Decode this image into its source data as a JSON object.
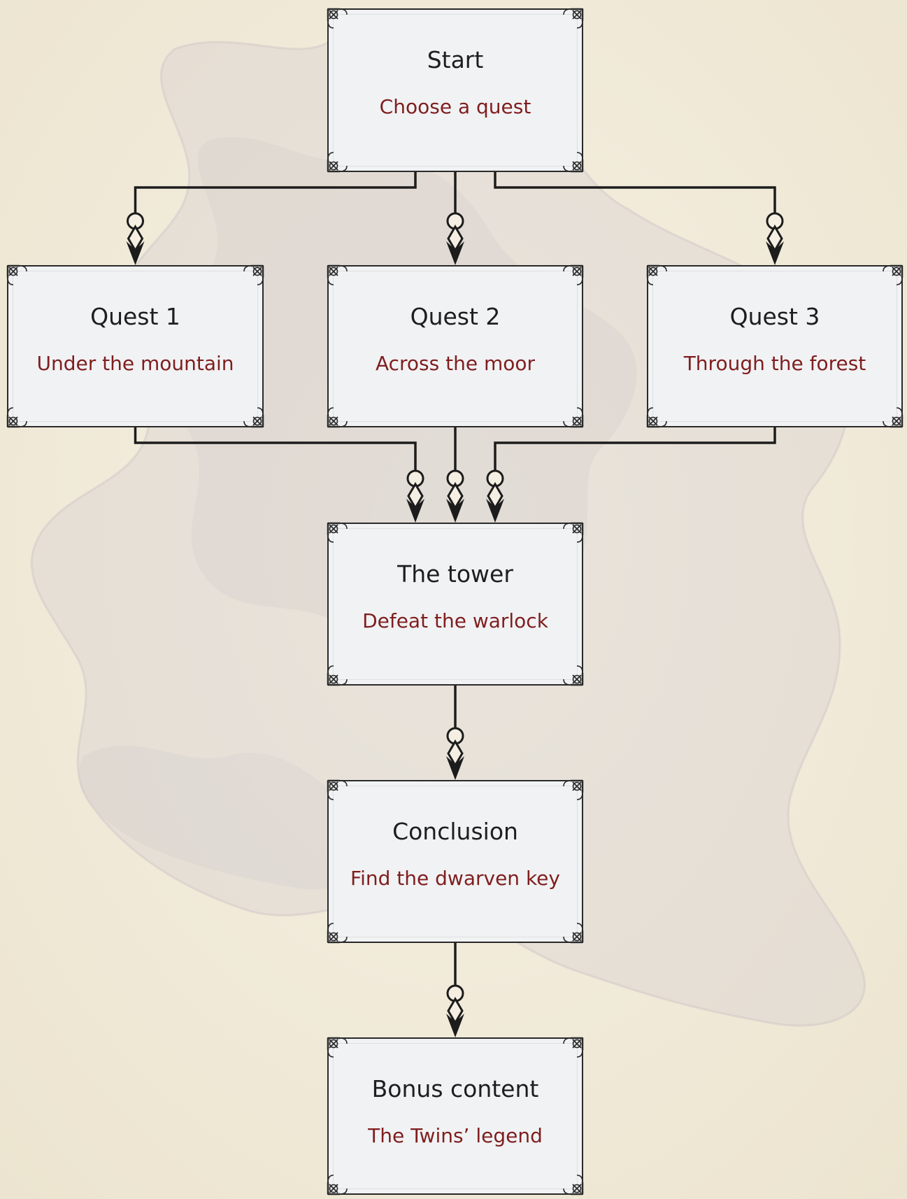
{
  "diagram": {
    "nodes": [
      {
        "id": "start",
        "title": "Start",
        "subtitle": "Choose a quest"
      },
      {
        "id": "quest1",
        "title": "Quest 1",
        "subtitle": "Under the mountain"
      },
      {
        "id": "quest2",
        "title": "Quest 2",
        "subtitle": "Across the moor"
      },
      {
        "id": "quest3",
        "title": "Quest 3",
        "subtitle": "Through the forest"
      },
      {
        "id": "tower",
        "title": "The tower",
        "subtitle": "Defeat the warlock"
      },
      {
        "id": "conclusion",
        "title": "Conclusion",
        "subtitle": "Find the dwarven key"
      },
      {
        "id": "bonus",
        "title": "Bonus content",
        "subtitle": "The Twins’ legend"
      }
    ],
    "edges": [
      {
        "from": "start",
        "to": "quest1"
      },
      {
        "from": "start",
        "to": "quest2"
      },
      {
        "from": "start",
        "to": "quest3"
      },
      {
        "from": "quest1",
        "to": "tower"
      },
      {
        "from": "quest2",
        "to": "tower"
      },
      {
        "from": "quest3",
        "to": "tower"
      },
      {
        "from": "tower",
        "to": "conclusion"
      },
      {
        "from": "conclusion",
        "to": "bonus"
      }
    ],
    "colors": {
      "background": "#f2ecdc",
      "map_tint": "#d9d3d3",
      "box_fill": "#f1f2f4",
      "box_border": "#2a2a2a",
      "title_text": "#1e1e1e",
      "subtitle_text": "#7f1e1e",
      "connector": "#1c1c1c"
    }
  }
}
